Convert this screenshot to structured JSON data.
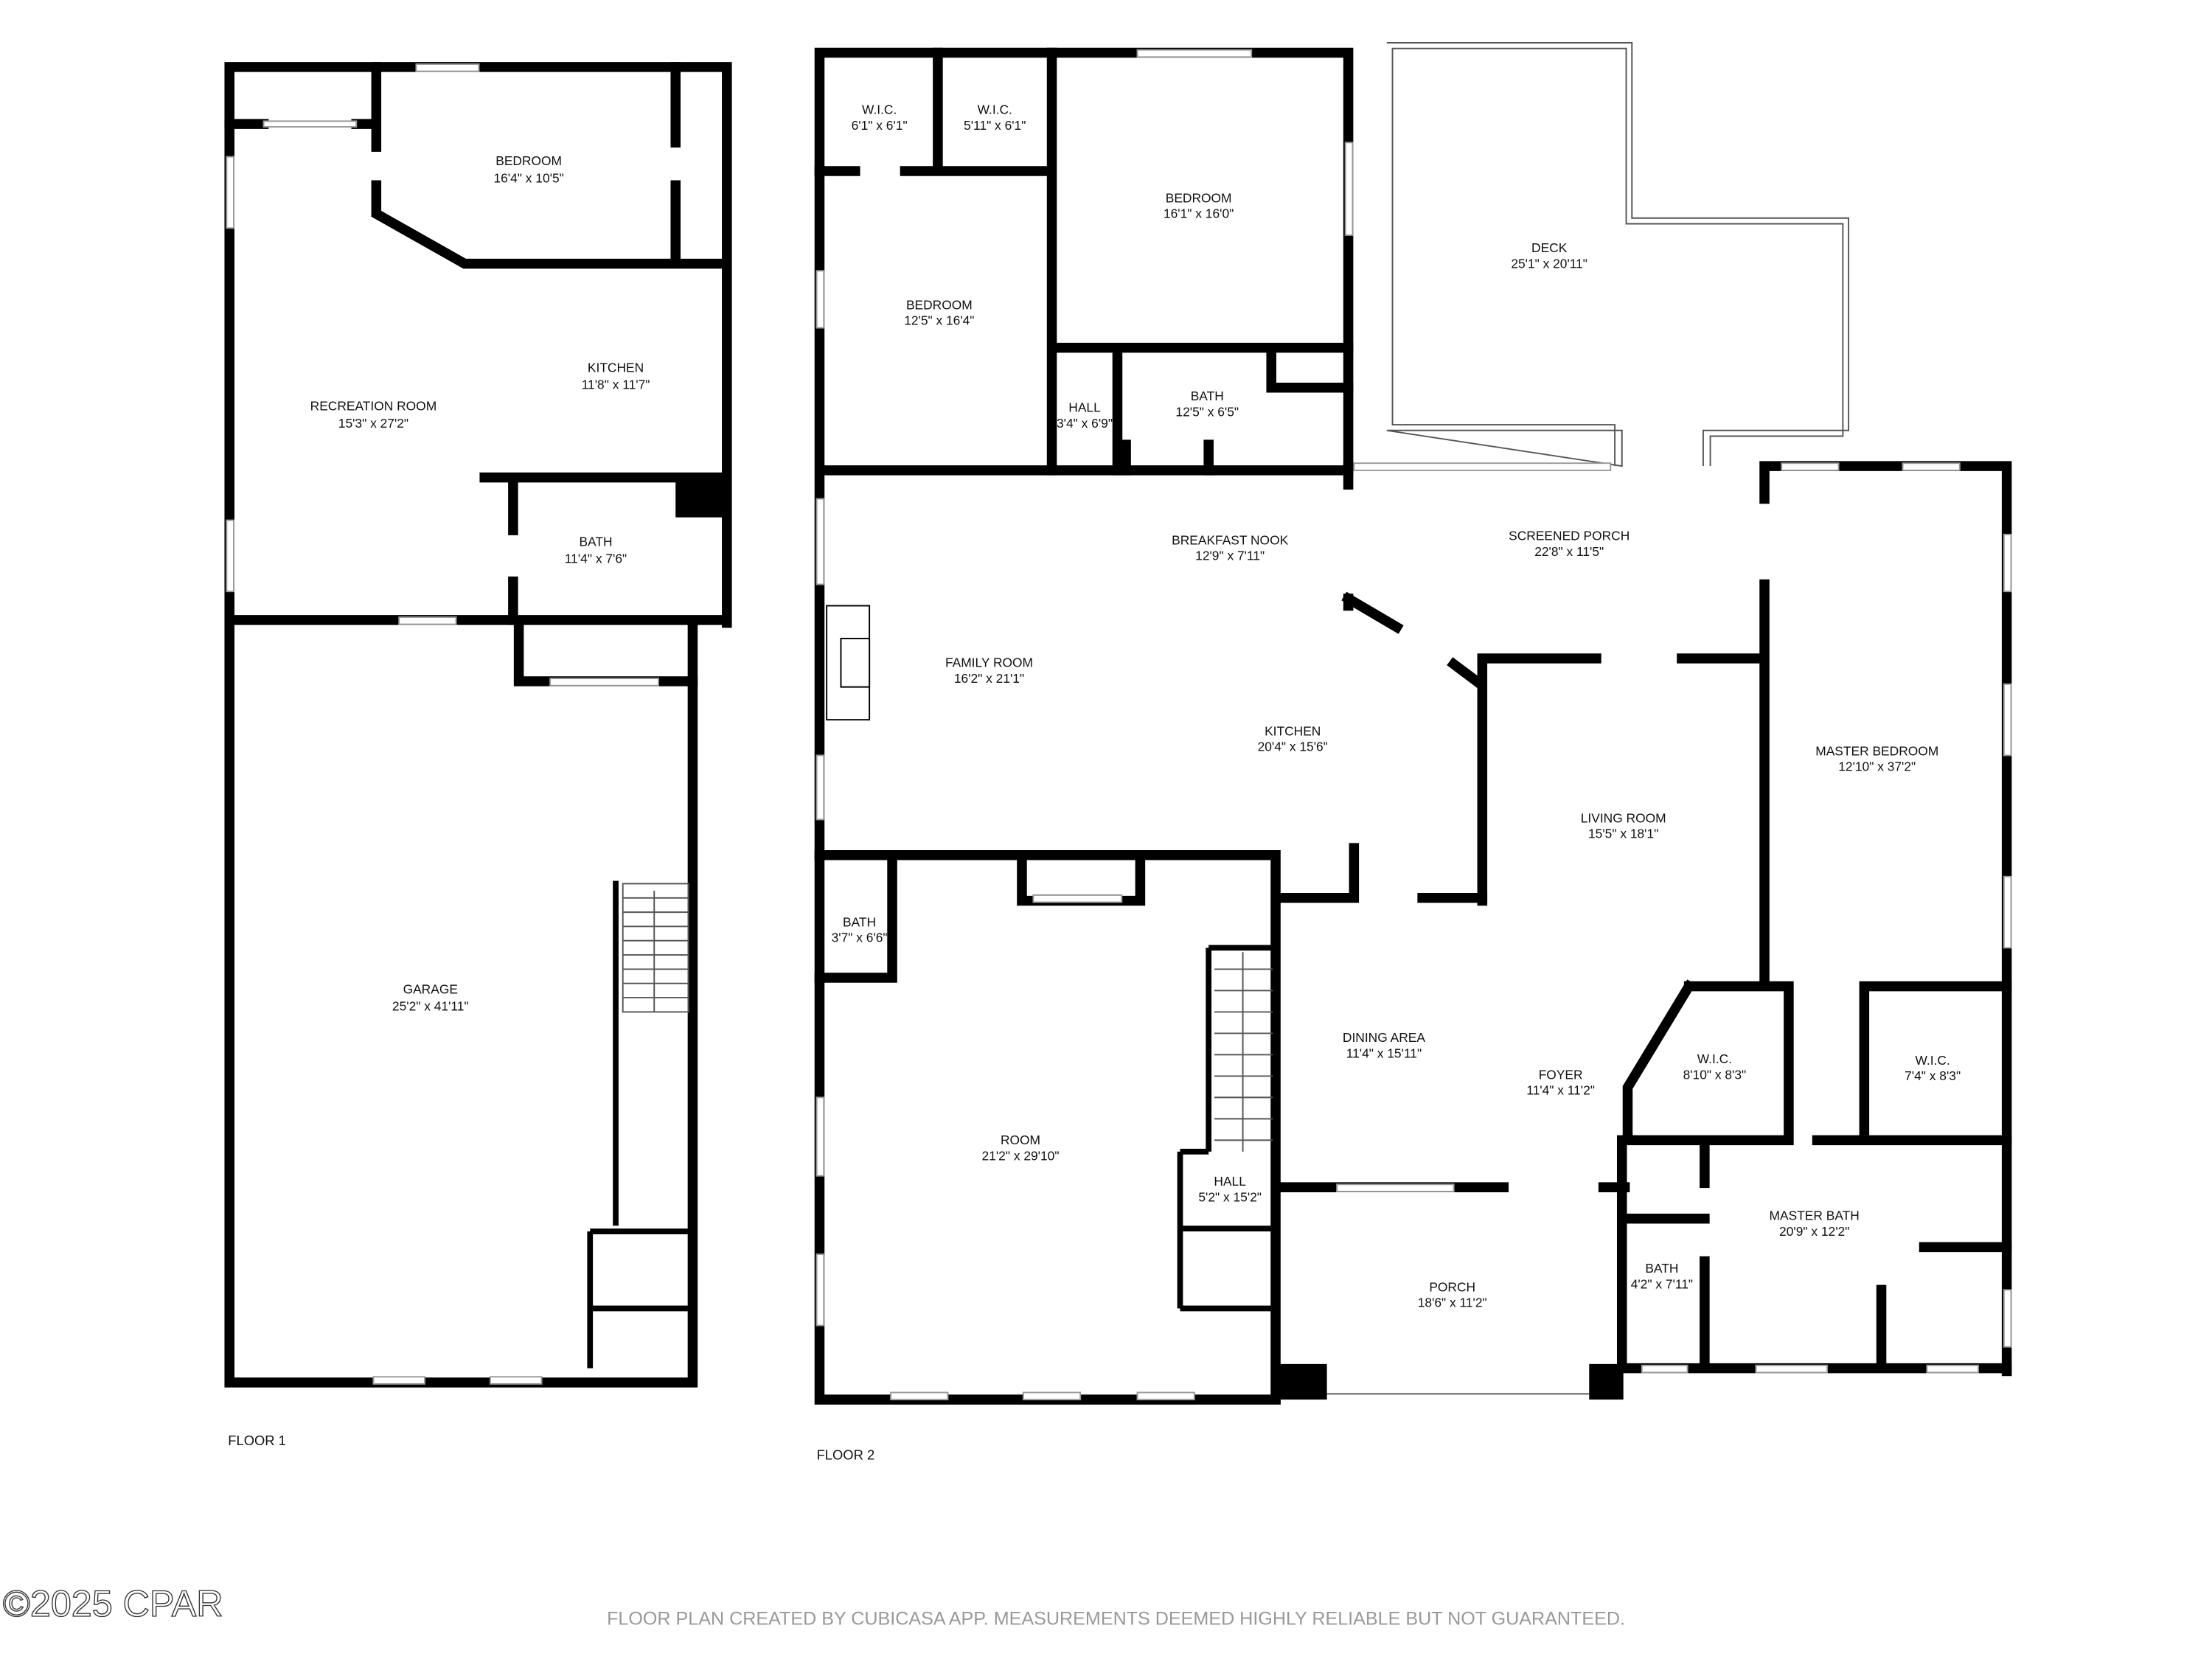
{
  "floor1": {
    "label": "FLOOR 1",
    "rooms": [
      {
        "name": "BEDROOM",
        "dims": "16'4\" x 10'5\""
      },
      {
        "name": "KITCHEN",
        "dims": "11'8\" x 11'7\""
      },
      {
        "name": "RECREATION ROOM",
        "dims": "15'3\" x 27'2\""
      },
      {
        "name": "BATH",
        "dims": "11'4\" x 7'6\""
      },
      {
        "name": "GARAGE",
        "dims": "25'2\" x 41'11\""
      }
    ]
  },
  "floor2": {
    "label": "FLOOR 2",
    "rooms": [
      {
        "name": "W.I.C.",
        "dims": "6'1\" x 6'1\""
      },
      {
        "name": "W.I.C.",
        "dims": "5'11\" x 6'1\""
      },
      {
        "name": "BEDROOM",
        "dims": "16'1\" x 16'0\""
      },
      {
        "name": "BEDROOM",
        "dims": "12'5\" x 16'4\""
      },
      {
        "name": "HALL",
        "dims": "3'4\" x 6'9\""
      },
      {
        "name": "BATH",
        "dims": "12'5\" x 6'5\""
      },
      {
        "name": "DECK",
        "dims": "25'1\" x 20'11\""
      },
      {
        "name": "BREAKFAST NOOK",
        "dims": "12'9\" x 7'11\""
      },
      {
        "name": "SCREENED PORCH",
        "dims": "22'8\" x 11'5\""
      },
      {
        "name": "FAMILY ROOM",
        "dims": "16'2\" x 21'1\""
      },
      {
        "name": "KITCHEN",
        "dims": "20'4\" x 15'6\""
      },
      {
        "name": "MASTER BEDROOM",
        "dims": "12'10\" x 37'2\""
      },
      {
        "name": "LIVING ROOM",
        "dims": "15'5\" x 18'1\""
      },
      {
        "name": "BATH",
        "dims": "3'7\" x 6'6\""
      },
      {
        "name": "ROOM",
        "dims": "21'2\" x 29'10\""
      },
      {
        "name": "DINING AREA",
        "dims": "11'4\" x 15'11\""
      },
      {
        "name": "FOYER",
        "dims": "11'4\" x 11'2\""
      },
      {
        "name": "W.I.C.",
        "dims": "8'10\" x 8'3\""
      },
      {
        "name": "W.I.C.",
        "dims": "7'4\" x 8'3\""
      },
      {
        "name": "HALL",
        "dims": "5'2\" x 15'2\""
      },
      {
        "name": "MASTER BATH",
        "dims": "20'9\" x 12'2\""
      },
      {
        "name": "PORCH",
        "dims": "18'6\" x 11'2\""
      },
      {
        "name": "BATH",
        "dims": "4'2\" x 7'11\""
      }
    ]
  },
  "watermark": "©2025 CPAR",
  "footer": "FLOOR PLAN CREATED BY CUBICASA APP. MEASUREMENTS DEEMED HIGHLY RELIABLE BUT NOT GUARANTEED."
}
